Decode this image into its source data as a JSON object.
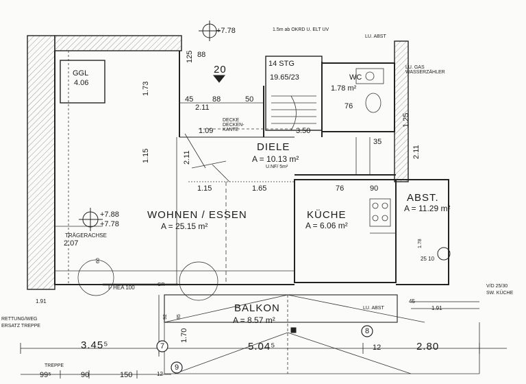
{
  "rooms": {
    "diele": {
      "name": "DIELE",
      "area": "A = 10.13 m²",
      "note": "U.NF/ 5m²"
    },
    "wohnen": {
      "name": "WOHNEN / ESSEN",
      "area": "A = 25.15 m²"
    },
    "kueche": {
      "name": "KÜCHE",
      "area": "A = 6.06 m²"
    },
    "abst": {
      "name": "ABST.",
      "area": "A = 11.29 m²"
    },
    "balkon": {
      "name": "BALKON",
      "area": "A = 8.57 m²"
    },
    "wc": {
      "name": "WC",
      "area": "1.78 m²"
    },
    "ggl": {
      "name": "GGL",
      "area": "4.06"
    }
  },
  "stairs": {
    "label": "14 STG",
    "ratio": "19.65/23",
    "number": "20"
  },
  "elevations": {
    "top": "+7.78",
    "mid_a": "+7.88",
    "mid_b": "+7.78"
  },
  "labels": {
    "traegerachse": "TRÄGERACHSE",
    "traeger_dim": "2.07",
    "ihea": "I- HEA 100",
    "decke": "DECKE DECKEN- KANTE",
    "lu_abst": "LU. ABST",
    "lu_abst_top": "LU. ABST",
    "wasserzaehler": "LU. GAS WASSERZÄHLER",
    "rettung": "RETTUNG/WEG",
    "treppe_note": "ERSATZ TREPPE",
    "treppe": "TREPPE",
    "kueche_note": "SW. KÜCHE",
    "sw_note": "V/D 25/30",
    "gr": "GR",
    "top_note": "1.5m ab OKRD U. ELT UV"
  },
  "axes": {
    "seven": "7",
    "eight": "8",
    "nine": "9"
  },
  "dims": {
    "d_173": "1.73",
    "d_115": "1.15",
    "d_109": "1.09",
    "d_350": "3.50",
    "d_211a": "2.11",
    "d_211b": "2.11",
    "d_211c": "2.11",
    "d_115b": "1.15",
    "d_165": "1.65",
    "d_76a": "76",
    "d_90": "90",
    "d_76b": "76",
    "d_125": "1.25",
    "d_35": "35",
    "d_88": "88",
    "d_50": "50",
    "d_45": "45",
    "d_88b": "88",
    "d_125top": "125",
    "d_12": "12",
    "d_345": "3.45⁵",
    "d_504": "5.04⁵",
    "d_280": "2.80",
    "d_170": "1.70",
    "d_191a": "1.91",
    "d_191b": "1.91",
    "d_995": "99⁵",
    "d_90b": "90",
    "d_150": "150",
    "d_12b": "12",
    "d_45b": "45",
    "d_2510": "25 10",
    "d_178": "1.78",
    "d_92": "92",
    "d_85": "85",
    "d_60": "60"
  }
}
